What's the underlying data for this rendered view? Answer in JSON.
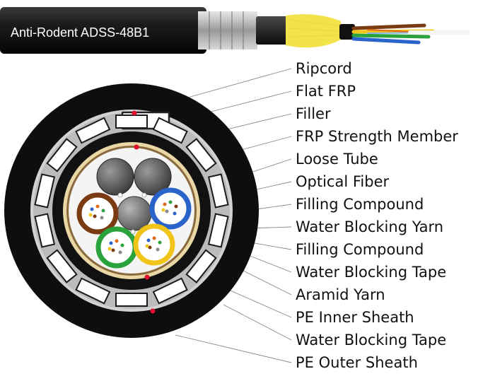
{
  "cable": {
    "title": "Anti-Rodent ADSS-48B1",
    "colors": {
      "jacket": "#1a1a1a",
      "aramid": "#f2e34a",
      "tube_blue": "#2a63c9",
      "tube_brown": "#7a3b12",
      "tube_green": "#2aa33c",
      "tube_yellow": "#f0c419",
      "ripcord": "#e0102a",
      "frp": "#8f8f8f"
    }
  },
  "legend": {
    "labels": [
      "Ripcord",
      "Flat FRP",
      "Filler",
      "FRP Strength Member",
      "Loose Tube",
      "Optical Fiber",
      "Filling Compound",
      "Water Blocking Yarn",
      "Filling Compound",
      "Water Blocking Tape",
      "Aramid Yarn",
      "PE Inner Sheath",
      "Water Blocking Tape",
      "PE Outer Sheath"
    ]
  }
}
